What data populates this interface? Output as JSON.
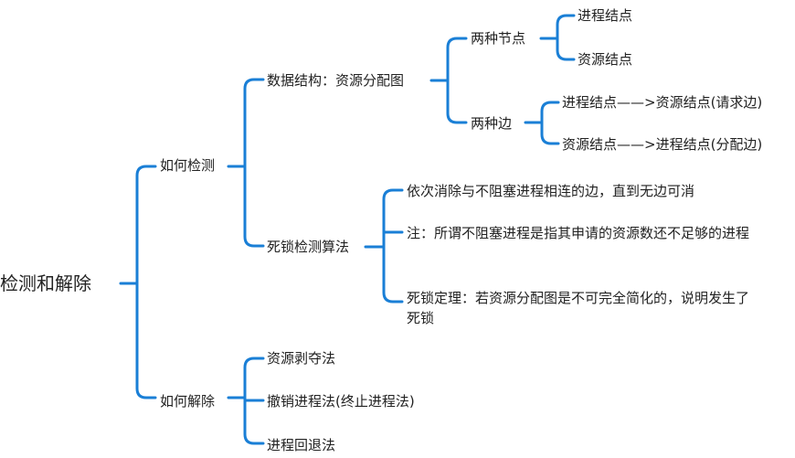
{
  "root": "检测和解除",
  "detect": {
    "label": "如何检测",
    "data_structure": {
      "label": "数据结构：资源分配图",
      "nodes": {
        "label": "两种节点",
        "items": [
          "进程结点",
          "资源结点"
        ]
      },
      "edges": {
        "label": "两种边",
        "items": [
          "进程结点——>资源结点(请求边)",
          "资源结点——>进程结点(分配边)"
        ]
      }
    },
    "algorithm": {
      "label": "死锁检测算法",
      "items": [
        "依次消除与不阻塞进程相连的边，直到无边可消",
        "注：所谓不阻塞进程是指其申请的资源数还不足够的进程",
        "死锁定理：若资源分配图是不可完全简化的，说明发生了死锁"
      ]
    }
  },
  "resolve": {
    "label": "如何解除",
    "items": [
      "资源剥夺法",
      "撤销进程法(终止进程法)",
      "进程回退法"
    ]
  },
  "colors": {
    "line": "#1a7fd6",
    "text": "#222222",
    "background": "#ffffff"
  }
}
